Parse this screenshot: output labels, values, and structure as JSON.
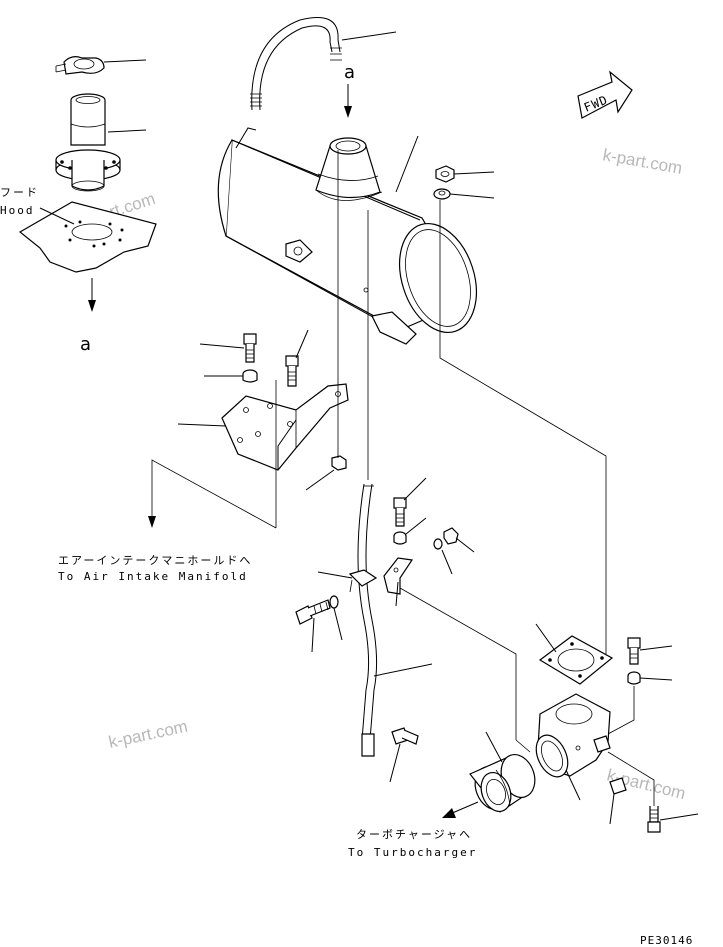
{
  "labels": {
    "hood_jp": "フード",
    "hood_en": "Hood",
    "marker_top": "a",
    "marker_left": "a",
    "manifold_jp": "エアーインテークマニホールドへ",
    "manifold_en": "To Air Intake Manifold",
    "turbo_jp": "ターボチャージャへ",
    "turbo_en": "To Turbocharger",
    "fwd": "FWD",
    "code": "PE30146"
  },
  "watermarks": [
    "k-part.com",
    "k-part.com",
    "k-part.com",
    "k-part.com"
  ],
  "colors": {
    "line": "#000000",
    "watermark": "#b8b8b8",
    "background": "#ffffff"
  },
  "icons": [
    "forward-arrow-icon",
    "flow-arrow-icon"
  ]
}
